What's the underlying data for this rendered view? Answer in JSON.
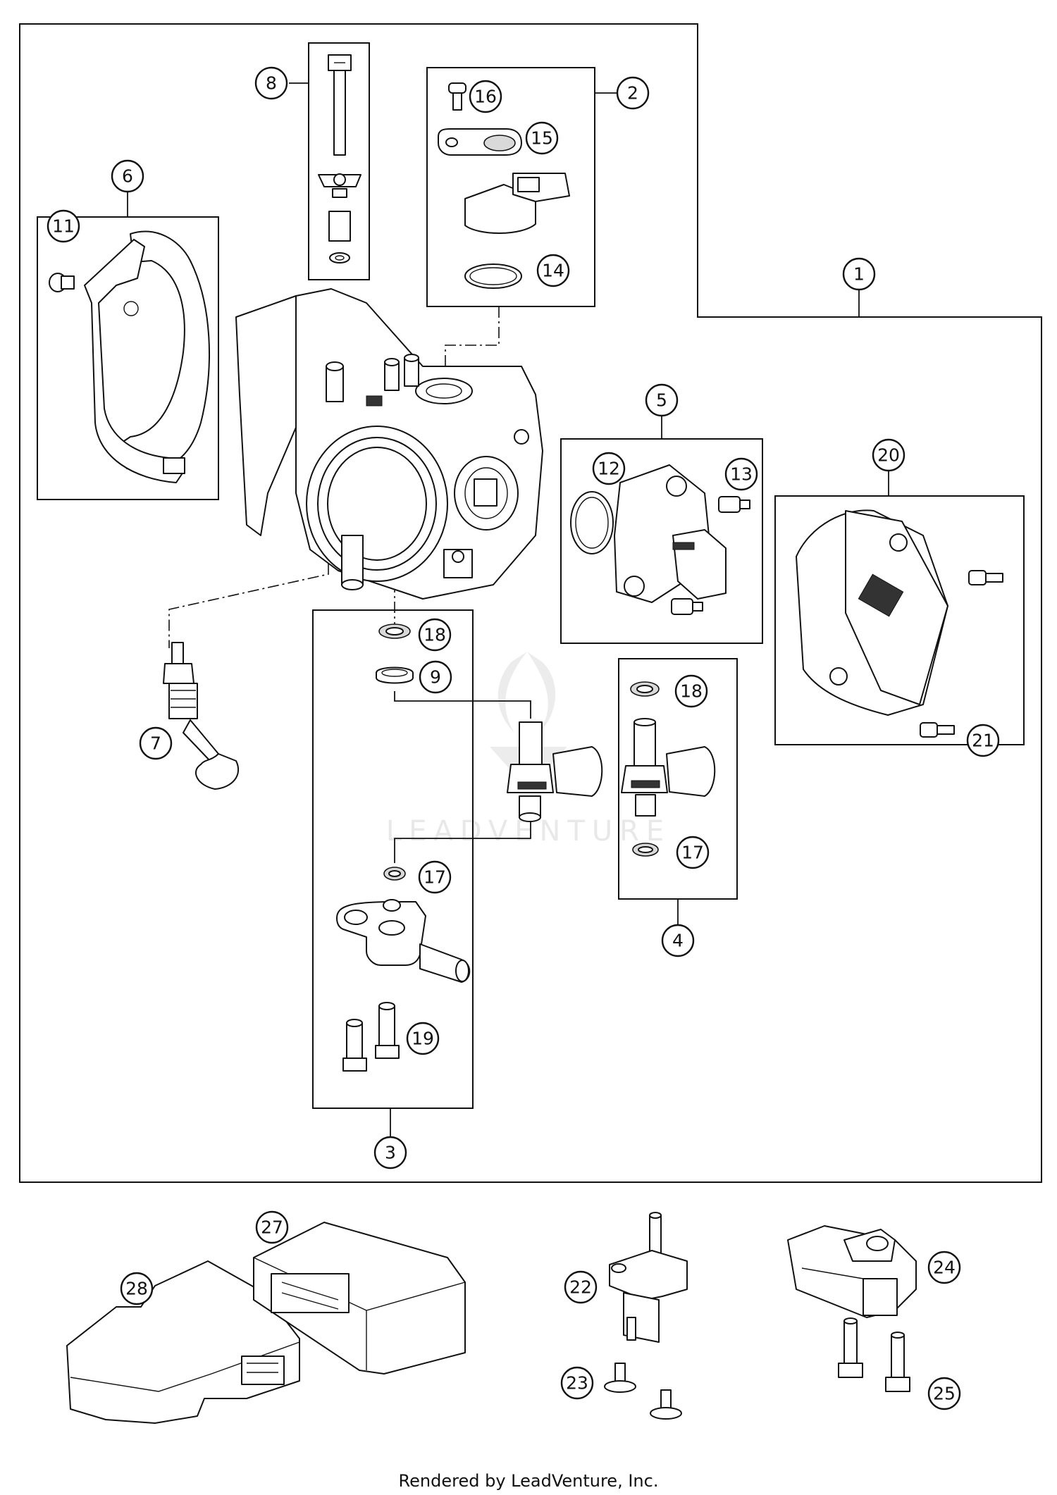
{
  "callouts": [
    {
      "label": "1"
    },
    {
      "label": "2"
    },
    {
      "label": "3"
    },
    {
      "label": "4"
    },
    {
      "label": "5"
    },
    {
      "label": "6"
    },
    {
      "label": "7"
    },
    {
      "label": "8"
    },
    {
      "label": "9"
    },
    {
      "label": "11"
    },
    {
      "label": "12"
    },
    {
      "label": "13"
    },
    {
      "label": "14"
    },
    {
      "label": "15"
    },
    {
      "label": "16"
    },
    {
      "label": "17"
    },
    {
      "label": "17"
    },
    {
      "label": "18"
    },
    {
      "label": "18"
    },
    {
      "label": "19"
    },
    {
      "label": "20"
    },
    {
      "label": "21"
    },
    {
      "label": "22"
    },
    {
      "label": "23"
    },
    {
      "label": "24"
    },
    {
      "label": "25"
    },
    {
      "label": "27"
    },
    {
      "label": "28"
    }
  ],
  "watermark": {
    "text": "LEADVENTURE"
  },
  "footer": {
    "credit": "Rendered by LeadVenture, Inc."
  }
}
